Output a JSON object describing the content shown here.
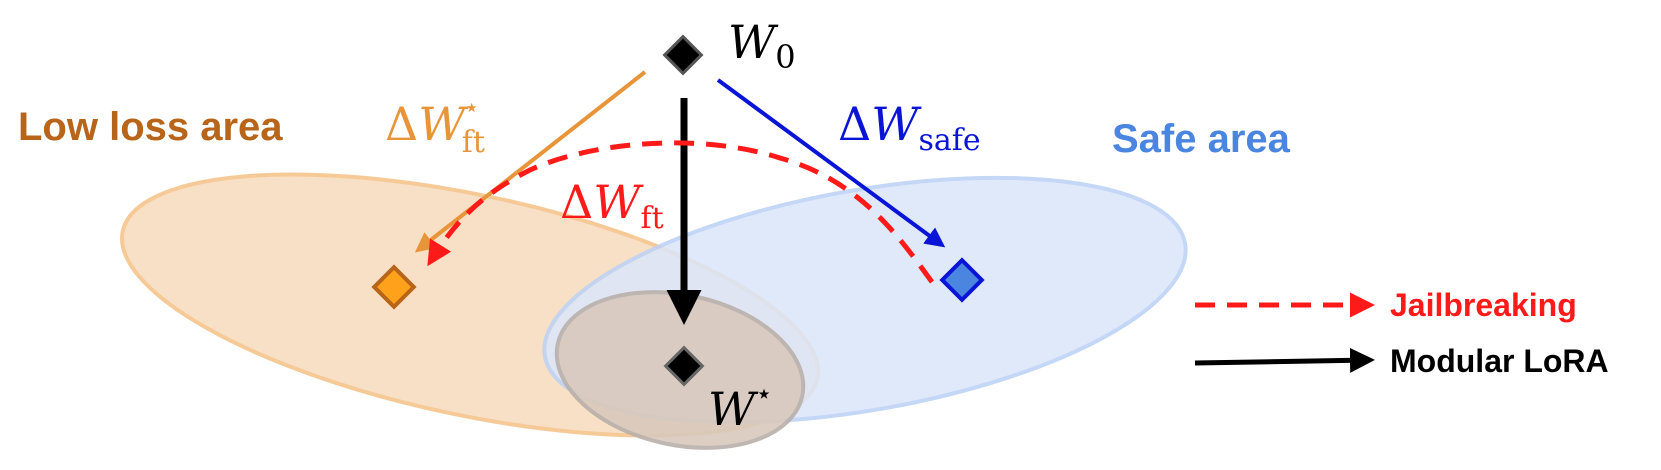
{
  "regions": {
    "low_loss": {
      "label": "Low loss area",
      "color": "#b8651a"
    },
    "safe": {
      "label": "Safe area",
      "color": "#4a86e0"
    }
  },
  "points": {
    "w0": {
      "base": "W",
      "sub": "0"
    },
    "w_star": {
      "base": "W",
      "sup": "⋆"
    }
  },
  "arrows": {
    "dw_ft_star": {
      "delta": "Δ",
      "base": "W",
      "sub": "ft",
      "sup": "⋆",
      "color": "#e8953a"
    },
    "dw_safe": {
      "delta": "Δ",
      "base": "W",
      "sub": "safe",
      "color": "#0a14d6"
    },
    "dw_ft": {
      "delta": "Δ",
      "base": "W",
      "sub": "ft",
      "color": "#ff1a1a"
    }
  },
  "legend": {
    "jailbreaking": {
      "label": "Jailbreaking",
      "color": "#ff1a1a"
    },
    "modular_lora": {
      "label": "Modular LoRA",
      "color": "#000000"
    }
  }
}
